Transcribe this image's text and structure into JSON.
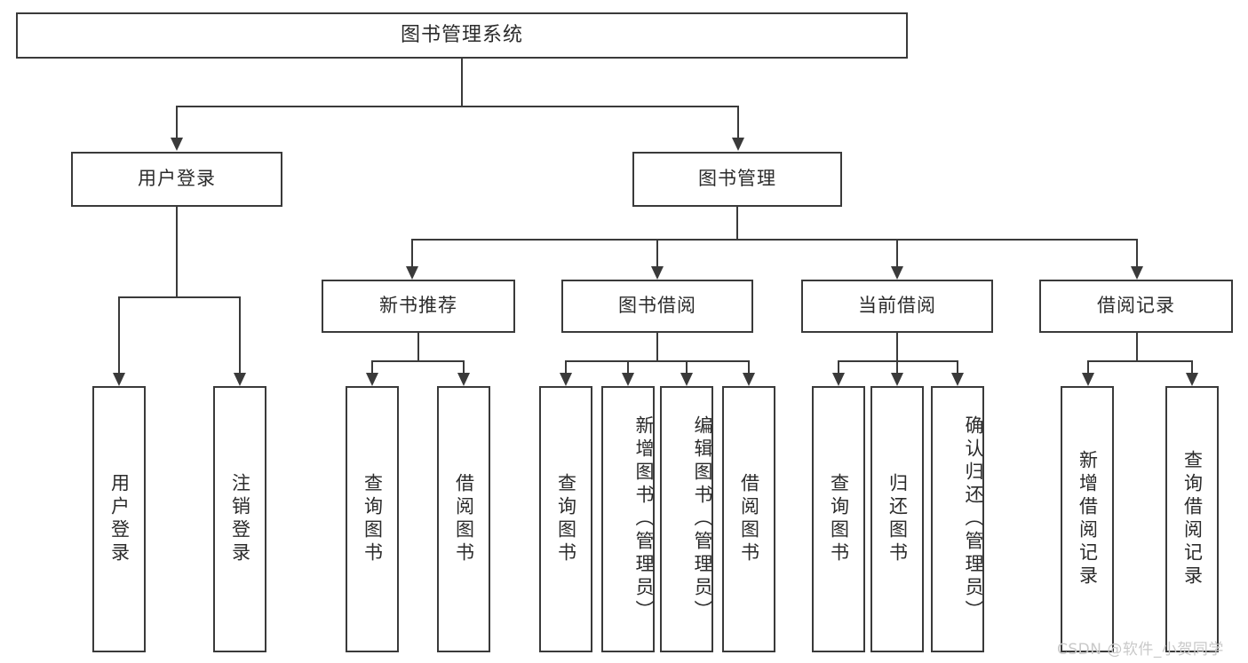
{
  "diagram": {
    "type": "tree-hierarchy",
    "title": "图书管理系统",
    "orientation": "top-down",
    "watermark": "CSDN @软件_小贺同学",
    "nodes": {
      "root": {
        "label": "图书管理系统"
      },
      "tier1": [
        {
          "label": "用户登录"
        },
        {
          "label": "图书管理"
        }
      ],
      "tier2": [
        {
          "label": "新书推荐"
        },
        {
          "label": "图书借阅"
        },
        {
          "label": "当前借阅"
        },
        {
          "label": "借阅记录"
        }
      ],
      "leaves": {
        "user_login": [
          {
            "label": "用户登录"
          },
          {
            "label": "注销登录"
          }
        ],
        "new_book": [
          {
            "label": "查询图书"
          },
          {
            "label": "借阅图书"
          }
        ],
        "borrow_book": [
          {
            "label": "查询图书"
          },
          {
            "label": "新增图书（管理员）"
          },
          {
            "label": "编辑图书（管理员）"
          },
          {
            "label": "借阅图书"
          }
        ],
        "current_borrow": [
          {
            "label": "查询图书"
          },
          {
            "label": "归还图书"
          },
          {
            "label": "确认归还（管理员）"
          }
        ],
        "borrow_record": [
          {
            "label": "新增借阅记录"
          },
          {
            "label": "查询借阅记录"
          }
        ]
      }
    },
    "colors": {
      "stroke": "#3a3a3a",
      "fill": "#ffffff",
      "text": "#2b2b2b",
      "watermark": "#c9c9c9"
    }
  }
}
